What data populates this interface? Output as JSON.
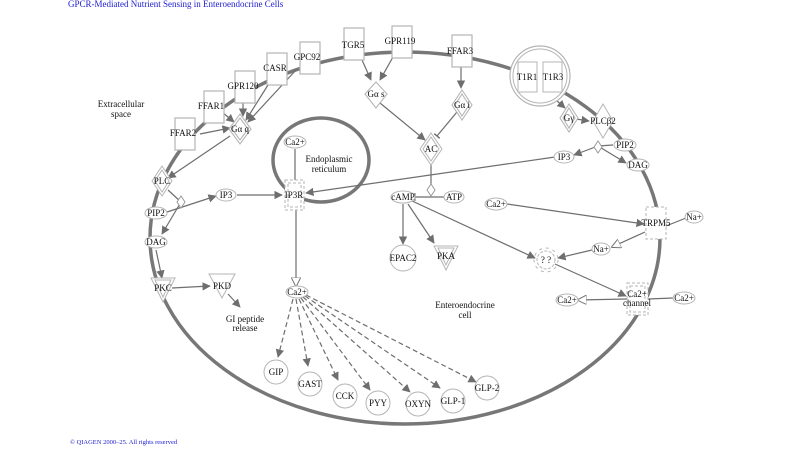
{
  "title": "GPCR-Mediated Nutrient Sensing in Enteroendocrine Cells",
  "copyright": "© QIAGEN 2000–25. All rights reserved",
  "colors": {
    "title": "#1a1ad0",
    "membrane": "#777777",
    "edge": "#6e6e6e",
    "node_border": "#b5b5b5"
  },
  "compartments": {
    "extracellular": [
      "Extracellular",
      "space"
    ],
    "er": [
      "Endoplasmic",
      "reticulum"
    ],
    "cell": [
      "Enteroendocrine",
      "cell"
    ]
  },
  "nodes": {
    "ffar2": "FFAR2",
    "ffar1": "FFAR1",
    "gpr120": "GPR120",
    "casr": "CASR",
    "gpc92": "GPC92",
    "tgr5": "TGR5",
    "gpr119": "GPR119",
    "ffar3": "FFAR3",
    "t1r1": "T1R1",
    "t1r3": "T1R3",
    "gaq": "Gα q",
    "gas": "Gα s",
    "gai": "Gα i",
    "ggust": "Gγ",
    "plcb2": "PLCβ2",
    "pip2_r": "PIP2",
    "dag_r": "DAG",
    "ip3_r": "IP3",
    "plc": "PLC",
    "pip2_l": "PIP2",
    "dag_l": "DAG",
    "ip3_l": "IP3",
    "pkc": "PKC",
    "pkd": "PKD",
    "ca_er": "Ca2+",
    "ip3r": "IP3R",
    "ca_cyto": "Ca2+",
    "ac": "AC",
    "camp": "cAMP",
    "atp": "ATP",
    "epac2": "EPAC2",
    "pka": "PKA",
    "ca_trpm5": "Ca2+",
    "trpm5": "TRPM5",
    "na_out": "Na+",
    "na_in": "Na+",
    "unknown": "? ?",
    "ca_channel": [
      "Ca2+",
      "channel"
    ],
    "ca_in": "Ca2+",
    "ca_out": "Ca2+",
    "gip": "GIP",
    "gast": "GAST",
    "cck": "CCK",
    "pyy": "PYY",
    "oxyn": "OXYN",
    "glp1": "GLP-1",
    "glp2": "GLP-2"
  },
  "annotations": {
    "gi_release": [
      "GI peptide",
      "release"
    ]
  }
}
